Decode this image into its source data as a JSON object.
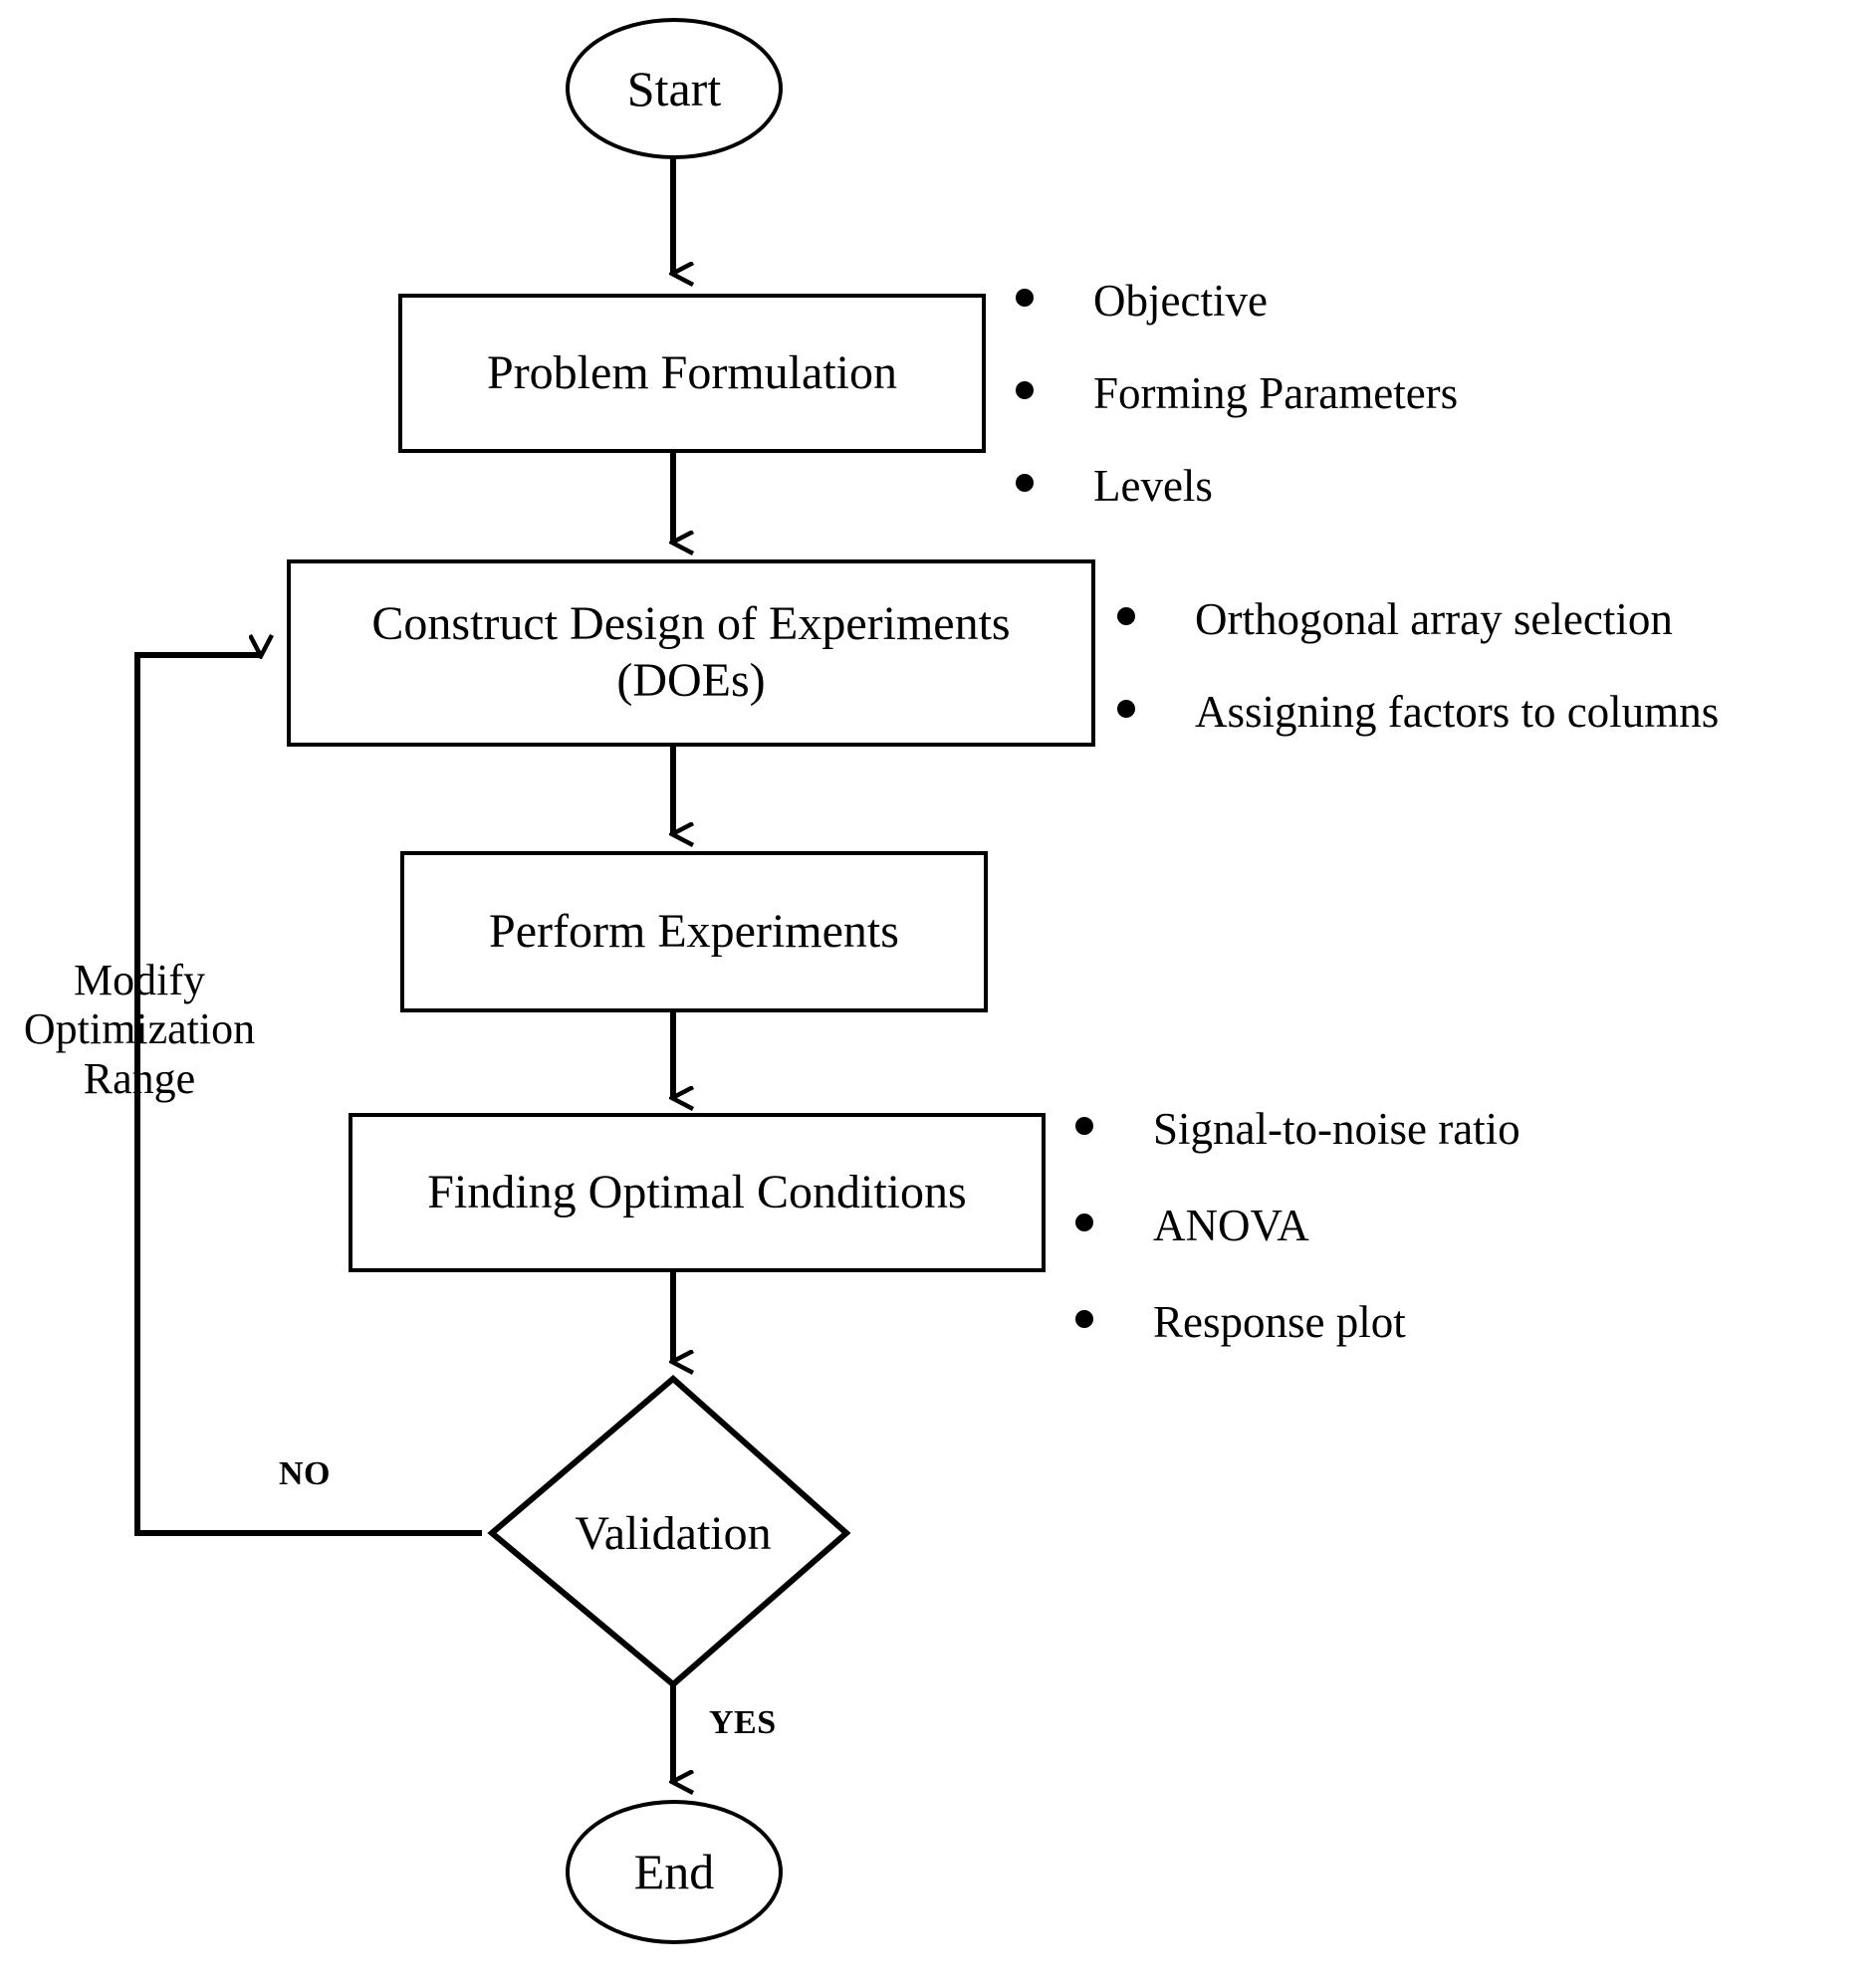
{
  "diagram": {
    "title": "Taguchi Design of Experiments Optimization Flowchart",
    "type": "flowchart",
    "line_color": "#000000",
    "background_color": "#ffffff",
    "text_color": "#000000"
  },
  "nodes": {
    "start": {
      "label": "Start",
      "shape": "ellipse"
    },
    "problem_formulation": {
      "label": "Problem Formulation",
      "shape": "rectangle"
    },
    "construct_doe_line1": "Construct Design of Experiments",
    "construct_doe_line2": "(DOEs)",
    "perform_experiments": {
      "label": "Perform Experiments",
      "shape": "rectangle"
    },
    "finding_optimal": {
      "label": "Finding Optimal Conditions",
      "shape": "rectangle"
    },
    "validation": {
      "label": "Validation",
      "shape": "diamond"
    },
    "end": {
      "label": "End",
      "shape": "ellipse"
    }
  },
  "bullet_groups": {
    "problem_formulation": [
      "Objective",
      "Forming Parameters",
      "Levels"
    ],
    "construct_doe": [
      "Orthogonal array selection",
      "Assigning factors to columns"
    ],
    "finding_optimal": [
      "Signal-to-noise ratio",
      "ANOVA",
      "Response plot"
    ]
  },
  "edge_labels": {
    "no": "NO",
    "yes": "YES"
  },
  "loop_label": {
    "line1": "Modify",
    "line2": "Optimization",
    "line3": "Range"
  },
  "flow": [
    {
      "from": "start",
      "to": "problem_formulation"
    },
    {
      "from": "problem_formulation",
      "to": "construct_doe"
    },
    {
      "from": "construct_doe",
      "to": "perform_experiments"
    },
    {
      "from": "perform_experiments",
      "to": "finding_optimal"
    },
    {
      "from": "finding_optimal",
      "to": "validation"
    },
    {
      "from": "validation",
      "to": "end",
      "label": "YES"
    },
    {
      "from": "validation",
      "to": "construct_doe",
      "label": "NO"
    }
  ]
}
